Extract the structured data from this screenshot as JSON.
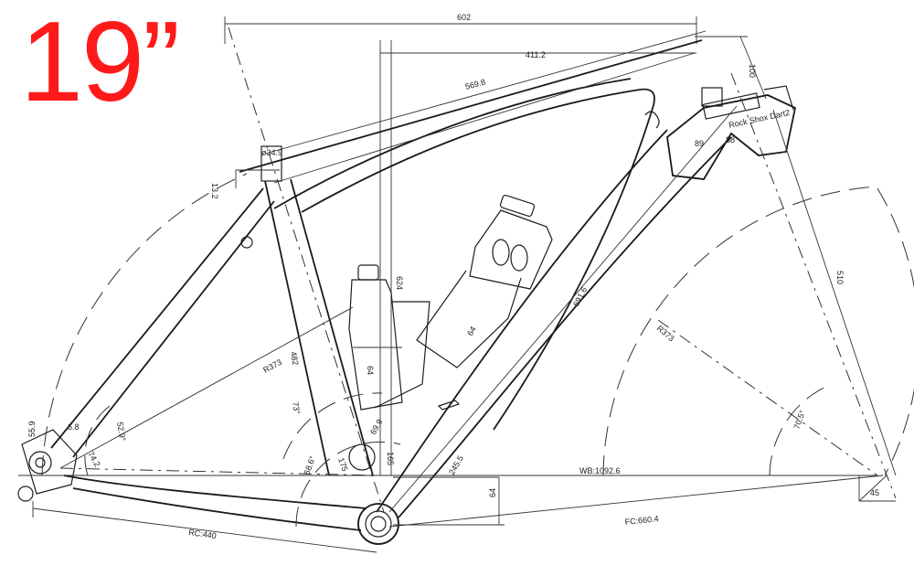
{
  "size_label": "19”",
  "dimensions": {
    "top_length": "602",
    "reach": "411.2",
    "head_tube": "100",
    "top_tube": "569.8",
    "seat_clamp": "ø34.9",
    "seat_offset": "13.2",
    "seat_tube": "482",
    "seat_radius": "R373",
    "chainstay_angle": "52.9°",
    "dropout_a": "55.9",
    "dropout_b": "6.8",
    "dropout_c": "74.2",
    "bottle_mount_1": "624",
    "bottle_mount_2": "64",
    "bottle_mount_3": "64",
    "seat_angle": "73°",
    "bb_a": "69.9",
    "bb_b": "165",
    "bb_c": "68.6°",
    "bb_width": "175",
    "bb_drop": "64",
    "down_tube_lower": "245.5",
    "down_tube": "691.6",
    "fork_radius": "R373",
    "fork_length": "510",
    "head_angle": "70.5°",
    "head_offset": "45",
    "headset_a": "89",
    "headset_b": "88",
    "fork_note": "Rock Shox Dart2",
    "wheelbase": "WB:1092.6",
    "chainstay": "RC:440",
    "front_center": "FC:660.4"
  }
}
